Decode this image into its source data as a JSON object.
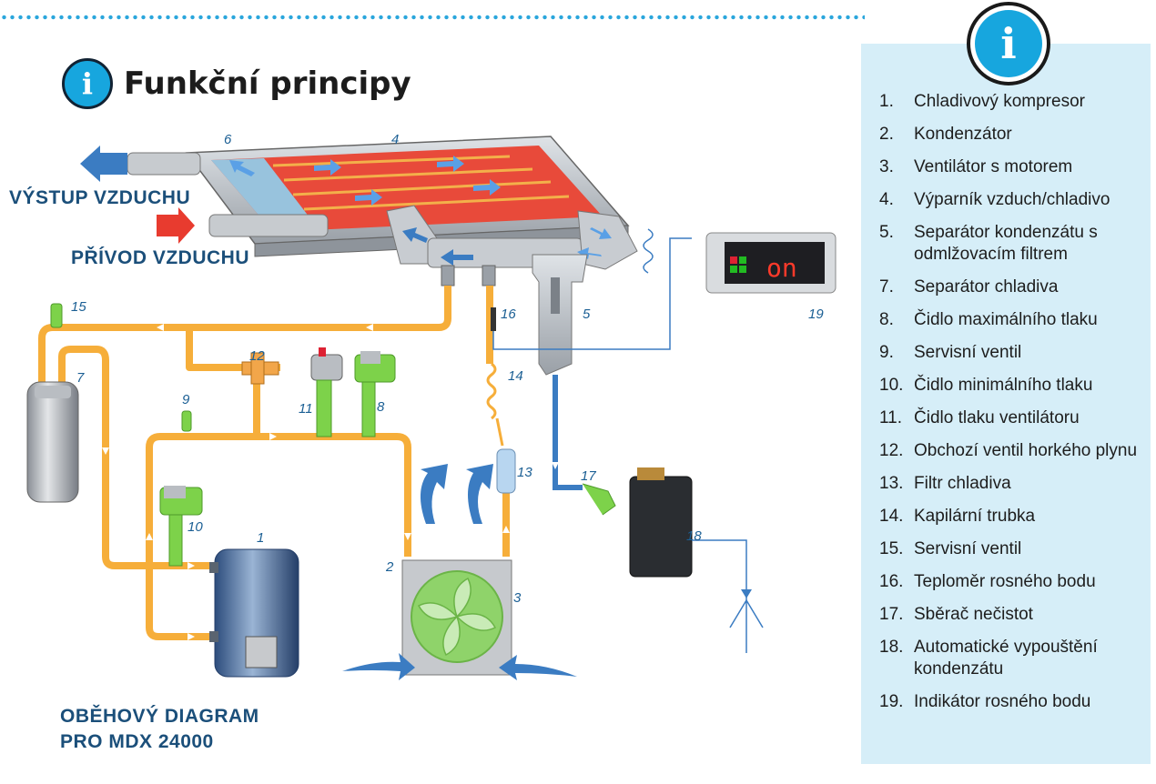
{
  "title": "Funkční principy",
  "labels": {
    "air_out": "VÝSTUP VZDUCHU",
    "air_in": "PŘÍVOD VZDUCHU",
    "diagram_line1": "OBĚHOVÝ DIAGRAM",
    "diagram_line2": "PRO MDX 24000"
  },
  "display_text": "on",
  "legend": [
    {
      "n": "1.",
      "t": "Chladivový kompresor"
    },
    {
      "n": "2.",
      "t": "Kondenzátor"
    },
    {
      "n": "3.",
      "t": "Ventilátor s motorem"
    },
    {
      "n": "4.",
      "t": "Výparník vzduch/chladivo"
    },
    {
      "n": "5.",
      "t": "Separátor kondenzátu s odmlžovacím filtrem"
    },
    {
      "n": "7.",
      "t": "Separátor chladiva"
    },
    {
      "n": "8.",
      "t": "Čidlo maximálního tlaku"
    },
    {
      "n": "9.",
      "t": "Servisní ventil"
    },
    {
      "n": "10.",
      "t": "Čidlo minimálního tlaku"
    },
    {
      "n": "11.",
      "t": "Čidlo tlaku ventilátoru"
    },
    {
      "n": "12.",
      "t": "Obchozí ventil horkého plynu"
    },
    {
      "n": "13.",
      "t": "Filtr chladiva"
    },
    {
      "n": "14.",
      "t": "Kapilární trubka"
    },
    {
      "n": "15.",
      "t": "Servisní ventil"
    },
    {
      "n": "16.",
      "t": "Teploměr rosného bodu"
    },
    {
      "n": "17.",
      "t": "Sběrač nečistot"
    },
    {
      "n": "18.",
      "t": "Automatické vypouštění kondenzátu"
    },
    {
      "n": "19.",
      "t": "Indikátor rosného bodu"
    }
  ],
  "component_numbers": {
    "n1": "1",
    "n2": "2",
    "n3": "3",
    "n4": "4",
    "n5": "5",
    "n6": "6",
    "n7": "7",
    "n8": "8",
    "n9": "9",
    "n10": "10",
    "n11": "11",
    "n12": "12",
    "n13": "13",
    "n14": "14",
    "n15": "15",
    "n16": "16",
    "n17": "17",
    "n18": "18",
    "n19": "19"
  },
  "colors": {
    "pipe_orange": "#f6ae3a",
    "water_blue": "#3b7cc2",
    "air_red": "#e83b2f",
    "accent_blue": "#17a6de",
    "label_navy": "#1b4f7a",
    "panel_bg": "#d6eef8",
    "green": "#7dd24a"
  },
  "icons": {
    "title": "info-icon",
    "panel": "info-icon",
    "fan": "fan-icon",
    "drain": "drain-icon"
  }
}
